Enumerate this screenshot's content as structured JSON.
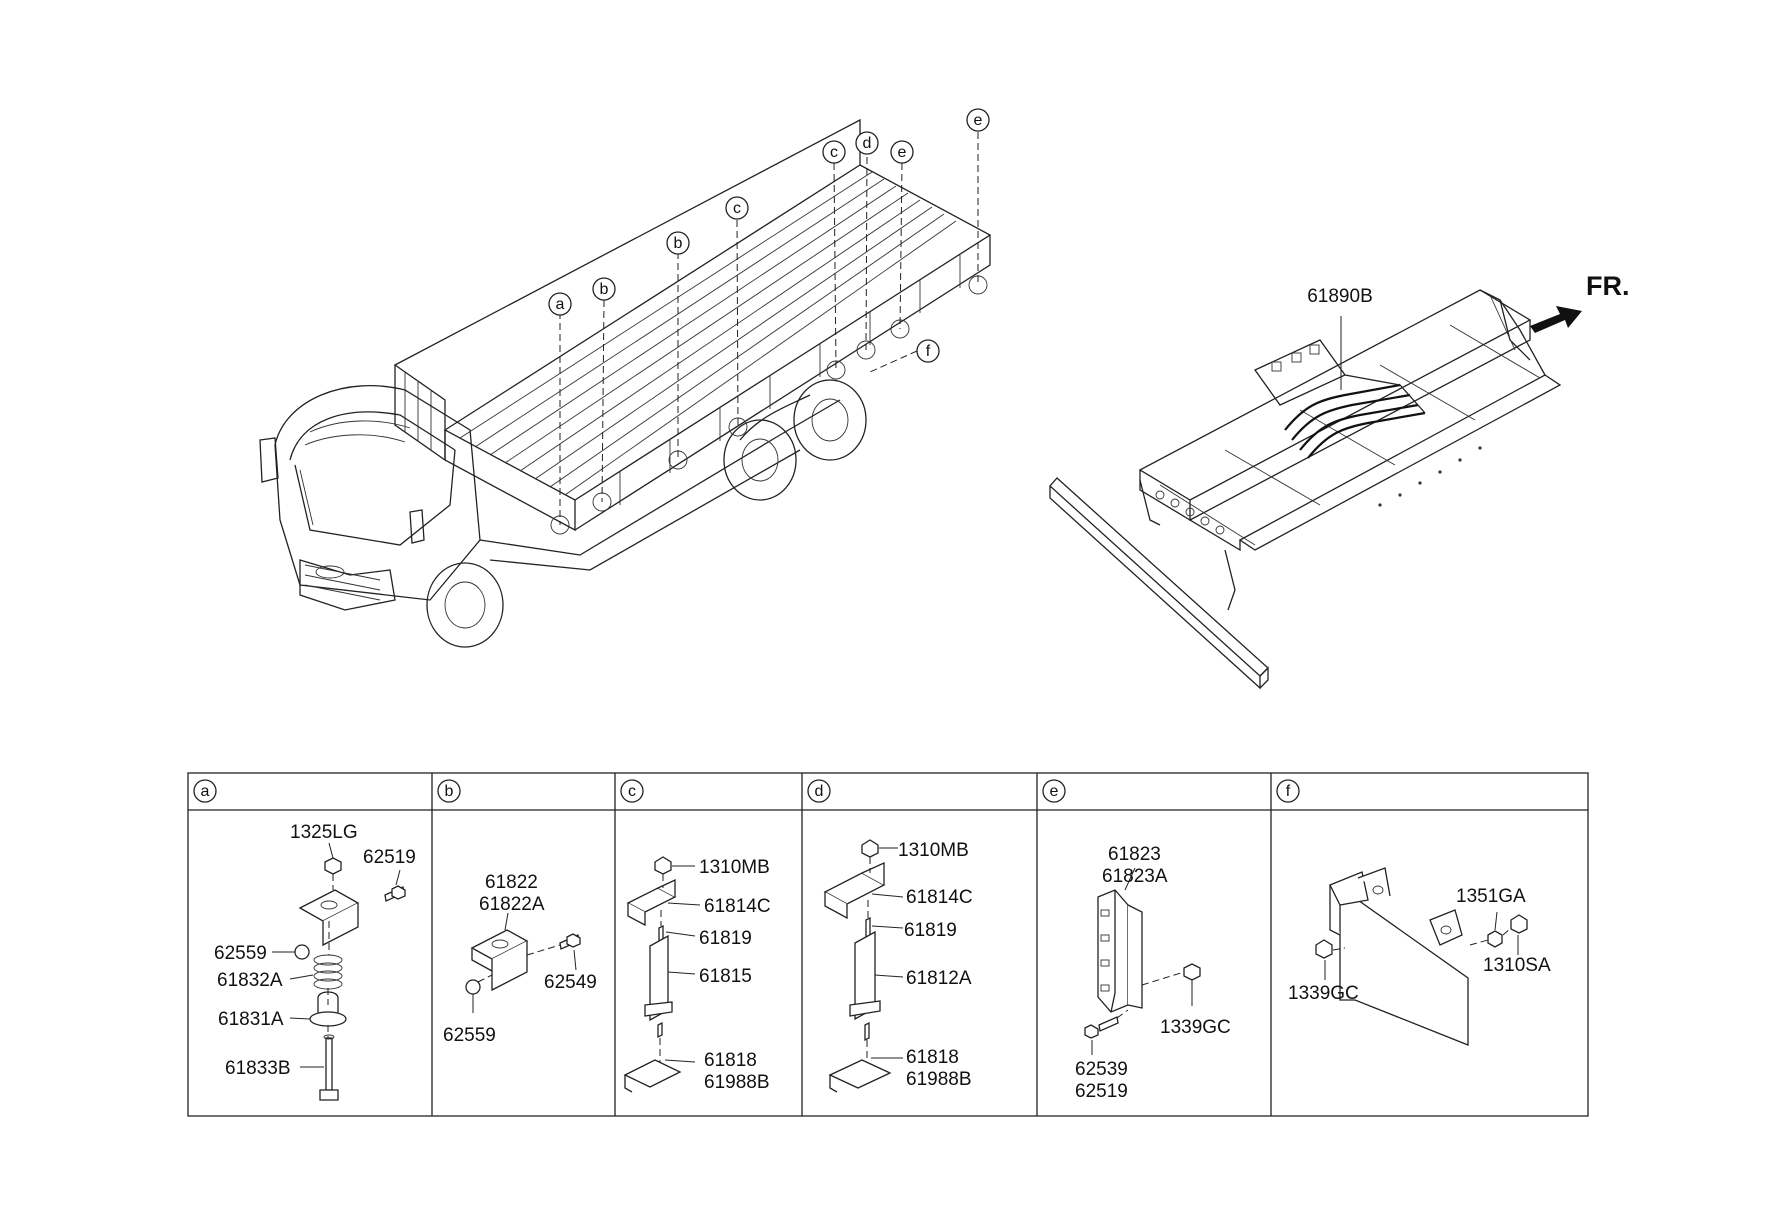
{
  "fr_label": "FR.",
  "frame_part": "61890B",
  "truck_callouts": [
    "a",
    "b",
    "b",
    "c",
    "c",
    "d",
    "e",
    "e",
    "f"
  ],
  "panels": [
    {
      "letter": "a",
      "labels": [
        "1325LG",
        "62519",
        "62559",
        "61832A",
        "61831A",
        "61833B"
      ]
    },
    {
      "letter": "b",
      "labels": [
        "61822",
        "61822A",
        "62549",
        "62559"
      ]
    },
    {
      "letter": "c",
      "labels": [
        "1310MB",
        "61814C",
        "61819",
        "61815",
        "61818",
        "61988B"
      ]
    },
    {
      "letter": "d",
      "labels": [
        "1310MB",
        "61814C",
        "61819",
        "61812A",
        "61818",
        "61988B"
      ]
    },
    {
      "letter": "e",
      "labels": [
        "61823",
        "61823A",
        "1339GC",
        "62539",
        "62519"
      ]
    },
    {
      "letter": "f",
      "labels": [
        "1351GA",
        "1310SA",
        "1339GC"
      ]
    }
  ]
}
